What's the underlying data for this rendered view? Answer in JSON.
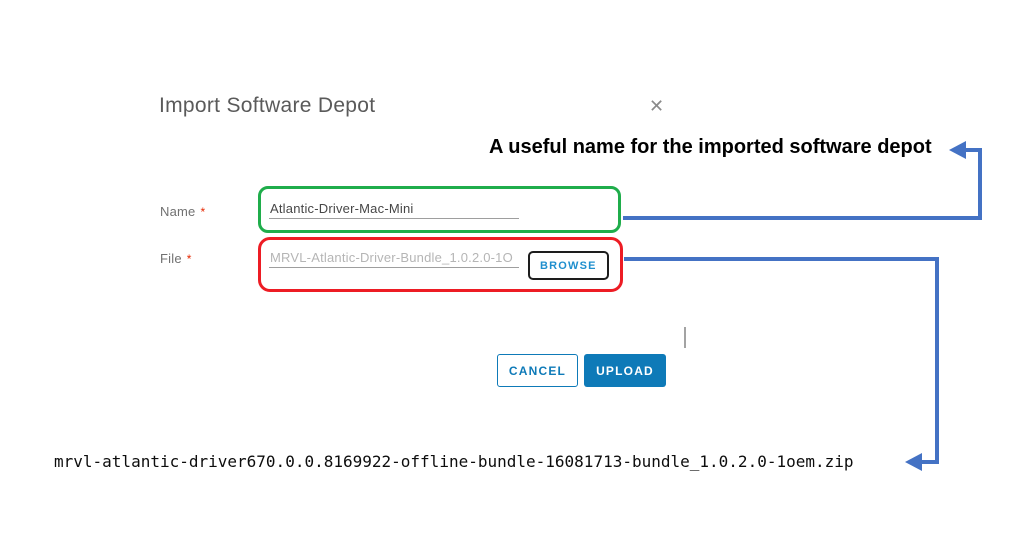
{
  "dialog": {
    "title": "Import Software Depot",
    "fields": [
      {
        "label": "Name",
        "required_marker": "*",
        "value": "Atlantic-Driver-Mac-Mini"
      },
      {
        "label": "File",
        "required_marker": "*",
        "value": "MRVL-Atlantic-Driver-Bundle_1.0.2.0-1O",
        "browse_label": "BROWSE"
      }
    ],
    "buttons": {
      "cancel_label": "CANCEL",
      "upload_label": "UPLOAD"
    }
  },
  "icons": {
    "close": "✕"
  },
  "annotations": {
    "name_note": "A useful name for the imported software depot",
    "bundle_filename": "mrvl-atlantic-driver670.0.0.8169922-offline-bundle-16081713-bundle_1.0.2.0-1oem.zip"
  },
  "colors": {
    "highlight_green": "#1fad4b",
    "highlight_red": "#ed1c24",
    "annotation_blue": "#4472c4",
    "primary_blue": "#0e7ab8",
    "link_blue": "#1f8fce",
    "label_gray": "#717171",
    "title_gray": "#5a5a5a",
    "required_red": "#e62700"
  }
}
